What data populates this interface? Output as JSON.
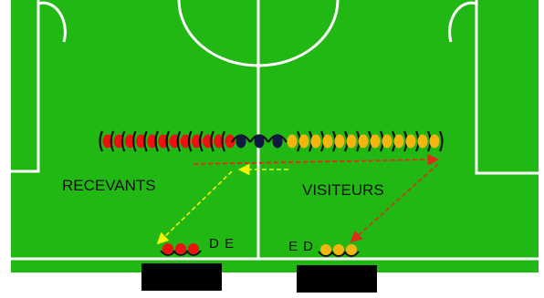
{
  "labels": {
    "home_team": "RECEVANTS",
    "away_team": "VISITEURS",
    "home_bench": "D E",
    "away_bench": "E D"
  },
  "colors": {
    "pitch": "#22b814",
    "lines": "#ffffff",
    "home_player": "#ee1111",
    "away_player": "#f5b511",
    "referee": "#101a40",
    "bench": "#000000",
    "home_arrow": "#f2f20a",
    "away_arrow": "#e02a1a"
  },
  "lineup": {
    "home_players": 12,
    "referees": 3,
    "away_players": 13
  },
  "benches": {
    "home_players": 3,
    "away_players": 3
  }
}
